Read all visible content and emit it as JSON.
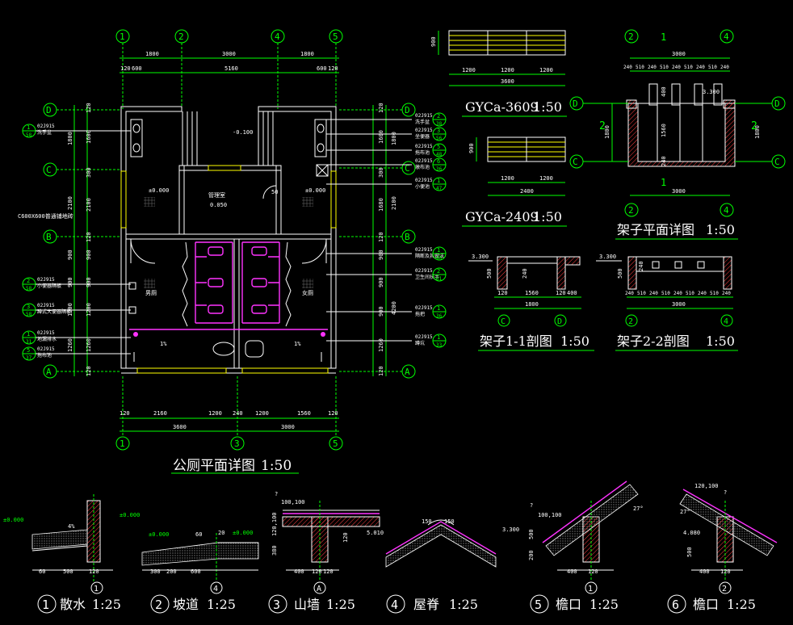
{
  "floor_plan": {
    "title": "公厕平面详图",
    "scale": "1:50",
    "grid_top": [
      "1",
      "2",
      "4",
      "5"
    ],
    "grid_bottom": [
      "1",
      "3",
      "5"
    ],
    "grid_rows": [
      "D",
      "C",
      "B",
      "A"
    ],
    "top_dims_1": [
      "1800",
      "3000",
      "1800"
    ],
    "top_dims_2": [
      "120",
      "600",
      "5160",
      "600",
      "120"
    ],
    "bottom_dims_1": [
      "120",
      "2160",
      "1200",
      "240",
      "1200",
      "1560",
      "120"
    ],
    "bottom_total": [
      "3600",
      "3000"
    ],
    "left_dims_inner": [
      "120",
      "1600",
      "300",
      "2100",
      "120",
      "900",
      "900",
      "1200",
      "1260",
      "120"
    ],
    "left_dims_outer": [
      "1800",
      "2100",
      "900",
      "900",
      "1200",
      "1260"
    ],
    "right_dims_inner": [
      "120",
      "1600",
      "300",
      "1680",
      "120",
      "900",
      "900",
      "900",
      "1260",
      "120"
    ],
    "right_dims_outer": [
      "1800",
      "2100",
      "4200"
    ],
    "room_labels": [
      "-0.100",
      "±0.000",
      "±0.000",
      "管理室",
      "0.050",
      "男厕",
      "女厕",
      "1%",
      "1%"
    ],
    "door_label": "50",
    "left_note": "C600X600普通铺地砖",
    "left_refs": [
      {
        "num": "1",
        "page": "58",
        "code": "02J915",
        "text": "洗手盆"
      },
      {
        "num": "2",
        "page": "58",
        "code": "02J915",
        "text": "小便器隔板"
      },
      {
        "num": "3",
        "page": "58",
        "code": "02J915",
        "text": "蹲式大便器隔板"
      },
      {
        "num": "1",
        "page": "31",
        "code": "02J915",
        "text": "地漏排水"
      },
      {
        "num": "5",
        "page": "37",
        "code": "02J915",
        "text": "拖布池"
      }
    ],
    "right_refs": [
      {
        "num": "2",
        "page": "38",
        "code": "02J915",
        "text": "洗手盆"
      },
      {
        "num": "3",
        "page": "56",
        "code": "02J915",
        "text": "坐便器"
      },
      {
        "num": "5",
        "page": "48",
        "code": "02J915",
        "text": "拖布池"
      },
      {
        "num": "6",
        "page": "36",
        "code": "02J915",
        "text": "墩布池"
      },
      {
        "num": "1",
        "page": "47",
        "code": "02J915",
        "text": "小便池"
      },
      {
        "num": "1",
        "page": "4X",
        "code": "02J915",
        "text": "隔断及其做法"
      },
      {
        "num": "2",
        "page": "61",
        "code": "02J915",
        "text": "卫生间扶手"
      },
      {
        "num": "1",
        "page": "36",
        "code": "02J915",
        "text": "拖把"
      },
      {
        "num": "1",
        "page": "33",
        "code": "02J915",
        "text": "蹲坑"
      }
    ]
  },
  "gyca1": {
    "title": "GYCa-3609",
    "scale": "1:50",
    "height": "900",
    "dims": [
      "1200",
      "1200",
      "1200"
    ],
    "total": "3600"
  },
  "gyca2": {
    "title": "GYCa-2409",
    "scale": "1:50",
    "height": "900",
    "dims": [
      "1200",
      "1200"
    ],
    "total": "2400"
  },
  "rack_plan": {
    "title": "架子平面详图",
    "scale": "1:50",
    "top_total": "3000",
    "top_dims": [
      "240",
      "510",
      "240",
      "510",
      "240",
      "510",
      "240",
      "510",
      "240"
    ],
    "grid_top": [
      "2",
      "4"
    ],
    "grid_bottom": [
      "2",
      "4"
    ],
    "rows": [
      "D",
      "C"
    ],
    "mark": "2",
    "cut": "1",
    "side_dims": [
      "1800",
      "1560",
      "240",
      "400"
    ],
    "level": "3.300",
    "bottom_total": "3000"
  },
  "rack_sec1": {
    "title": "架子1-1剖图",
    "scale": "1:50",
    "level": "3.300",
    "height": "500",
    "h2": "240",
    "dims": [
      "120",
      "1560",
      "120",
      "400"
    ],
    "total": "1800",
    "grid": [
      "C",
      "D"
    ]
  },
  "rack_sec2": {
    "title": "架子2-2剖图",
    "scale": "1:50",
    "level": "3.300",
    "height": "500",
    "h2": "240",
    "dims": [
      "240",
      "510",
      "240",
      "510",
      "240",
      "510",
      "240",
      "510",
      "240"
    ],
    "total": "3000",
    "grid": [
      "2",
      "4"
    ]
  },
  "details": [
    {
      "num": "1",
      "name": "散水",
      "scale": "1:25",
      "dims": [
        "60",
        "500",
        "120"
      ],
      "grid": "1",
      "levels": [
        "±0.000",
        "±0.000"
      ],
      "slope": "4%"
    },
    {
      "num": "2",
      "name": "坡道",
      "scale": "1:25",
      "dims": [
        "300",
        "200",
        "600",
        "20"
      ],
      "grid": "4",
      "levels": [
        "±0.000",
        "±0.000"
      ],
      "extra": "60"
    },
    {
      "num": "3",
      "name": "山墙",
      "scale": "1:25",
      "dims": [
        "400",
        "120",
        "120"
      ],
      "grid": "A",
      "levels": [
        "100,100",
        "120,100",
        "380",
        "120",
        "5.010"
      ]
    },
    {
      "num": "4",
      "name": "屋脊",
      "scale": "1:25",
      "dims": [
        "150",
        "150"
      ]
    },
    {
      "num": "5",
      "name": "檐口",
      "scale": "1:25",
      "dims": [
        "400",
        "120"
      ],
      "grid": "1",
      "levels": [
        "3.300",
        "500",
        "200",
        "27°",
        "100,100"
      ]
    },
    {
      "num": "6",
      "name": "檐口",
      "scale": "1:25",
      "dims": [
        "400",
        "120"
      ],
      "grid": "2",
      "levels": [
        "4.080",
        "500",
        "27°",
        "120,100"
      ]
    }
  ],
  "colors": {
    "grid": "#00ff00",
    "wall": "#ff3030",
    "fixture": "#ff33ff",
    "text": "#ffffff",
    "background": "#000000"
  }
}
